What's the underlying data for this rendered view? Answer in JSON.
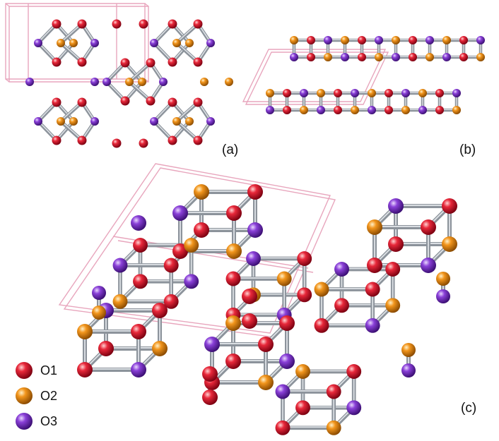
{
  "panels": [
    {
      "id": "a",
      "label": "(a)"
    },
    {
      "id": "b",
      "label": "(b)"
    },
    {
      "id": "c",
      "label": "(c)"
    }
  ],
  "legend": [
    {
      "label": "O1",
      "color": "#d8122a"
    },
    {
      "label": "O2",
      "color": "#ea8a12"
    },
    {
      "label": "O3",
      "color": "#7e34c9"
    }
  ],
  "colors": {
    "O1": "#d8122a",
    "O2": "#ea8a12",
    "O3": "#7e34c9",
    "bond": "#8c939b",
    "unit_cell": "#e8a6bd"
  }
}
